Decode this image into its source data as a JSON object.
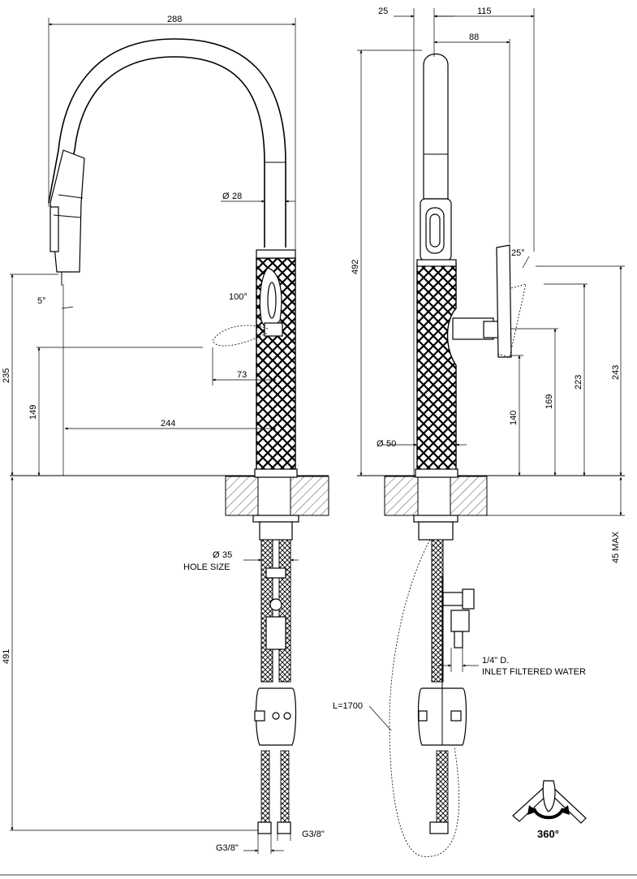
{
  "front_view": {
    "dim_width": "288",
    "dim_spout_diameter": "28",
    "dim_angle_outlet": "5°",
    "dim_lever_angle": "100°",
    "dim_lever_reach": "73",
    "dim_spout_reach": "244",
    "dim_outlet_height": "235",
    "dim_spout_height": "149",
    "dim_hole_diameter": "35",
    "hole_size_label": "HOLE SIZE",
    "dim_hose_length": "491",
    "thread_left": "G3/8\"",
    "thread_right": "G3/8\""
  },
  "side_view": {
    "dim_offset": "25",
    "dim_depth": "115",
    "dim_head": "88",
    "dim_total_height": "492",
    "dim_lever_angle": "25°",
    "dim_body_diameter": "50",
    "dim_h140": "140",
    "dim_h169": "169",
    "dim_h223": "223",
    "dim_h243": "243",
    "dim_deck_max": "45 MAX",
    "inlet_size": "1/4\" D.",
    "inlet_label": "INLET FILTERED WATER",
    "hose_length": "L=1700"
  },
  "rotation_label": "360°"
}
